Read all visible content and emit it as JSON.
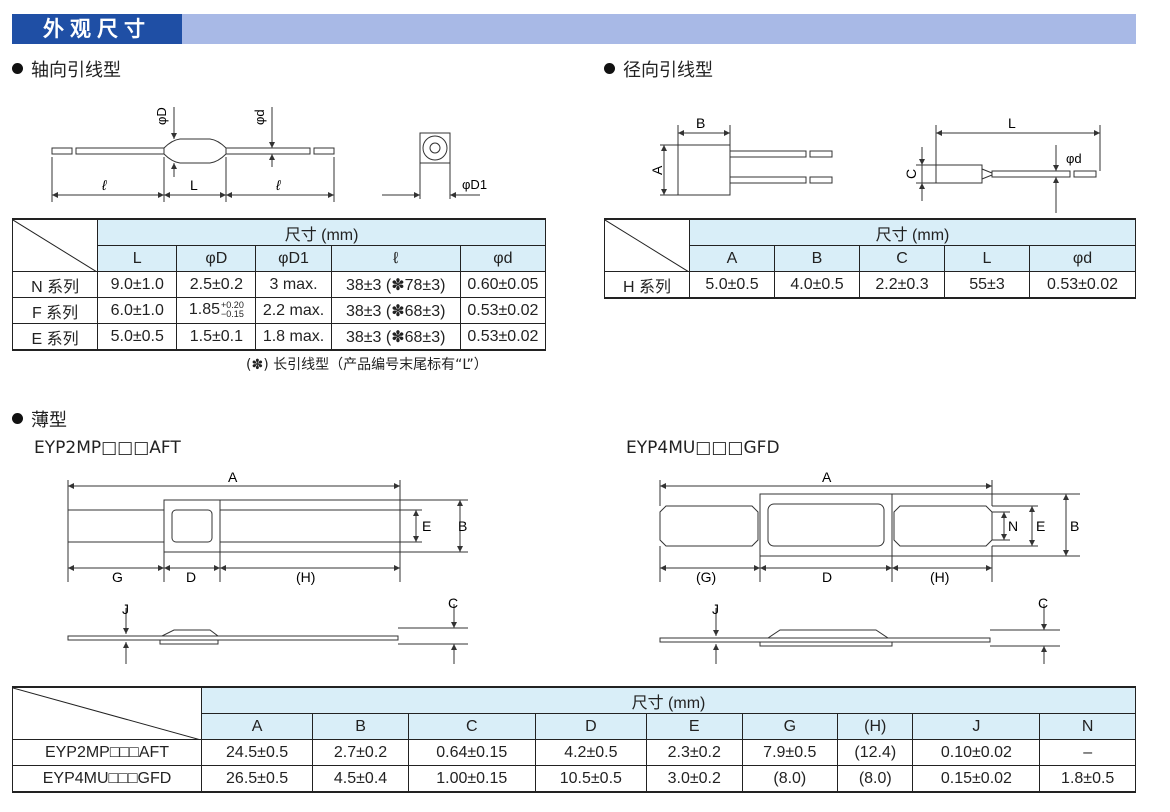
{
  "header": {
    "title": "外观尺寸"
  },
  "sections": {
    "axial": "轴向引线型",
    "radial": "径向引线型",
    "thin": "薄型"
  },
  "diagram_labels": {
    "phiD": "φD",
    "phid": "φd",
    "phiD1": "φD1",
    "ell": "ℓ",
    "L": "L",
    "A": "A",
    "B": "B",
    "C": "C",
    "D": "D",
    "E": "E",
    "G": "G",
    "H": "(H)",
    "Gp": "(G)",
    "J": "J",
    "N": "N"
  },
  "axial_table": {
    "group_header": "尺寸 (mm)",
    "columns": [
      "L",
      "φD",
      "φD1",
      "ℓ",
      "φd"
    ],
    "rows": [
      {
        "name": "N 系列",
        "cells": [
          "9.0±1.0",
          "2.5±0.2",
          "3 max.",
          "38±3 (✽78±3)",
          "0.60±0.05"
        ]
      },
      {
        "name": "F 系列",
        "cells": [
          "6.0±1.0",
          "1.85+0.20−0.15",
          "2.2 max.",
          "38±3 (✽68±3)",
          "0.53±0.02"
        ]
      },
      {
        "name": "E 系列",
        "cells": [
          "5.0±0.5",
          "1.5±0.1",
          "1.8 max.",
          "38±3 (✽68±3)",
          "0.53±0.02"
        ]
      }
    ],
    "f_phiD_main": "1.85",
    "f_phiD_upper": "+0.20",
    "f_phiD_lower": "−0.15",
    "note": "(✽) 长引线型（产品编号末尾标有“L”）"
  },
  "radial_table": {
    "group_header": "尺寸 (mm)",
    "columns": [
      "A",
      "B",
      "C",
      "L",
      "φd"
    ],
    "rows": [
      {
        "name": "H 系列",
        "cells": [
          "5.0±0.5",
          "4.0±0.5",
          "2.2±0.3",
          "55±3",
          "0.53±0.02"
        ]
      }
    ]
  },
  "thin": {
    "model_left": "EYP2MP□□□AFT",
    "model_right": "EYP4MU□□□GFD"
  },
  "thin_table": {
    "group_header": "尺寸 (mm)",
    "columns": [
      "A",
      "B",
      "C",
      "D",
      "E",
      "G",
      "(H)",
      "J",
      "N"
    ],
    "rows": [
      {
        "name": "EYP2MP□□□AFT",
        "cells": [
          "24.5±0.5",
          "2.7±0.2",
          "0.64±0.15",
          "4.2±0.5",
          "2.3±0.2",
          "7.9±0.5",
          "(12.4)",
          "0.10±0.02",
          "–"
        ]
      },
      {
        "name": "EYP4MU□□□GFD",
        "cells": [
          "26.5±0.5",
          "4.5±0.4",
          "1.00±0.15",
          "10.5±0.5",
          "3.0±0.2",
          "(8.0)",
          "(8.0)",
          "0.15±0.02",
          "1.8±0.5"
        ]
      }
    ]
  }
}
